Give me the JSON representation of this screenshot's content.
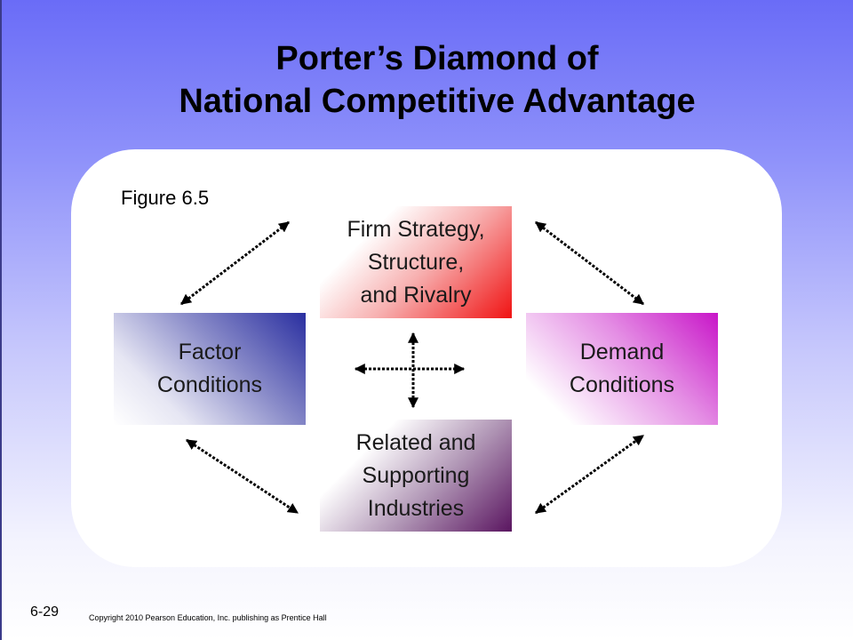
{
  "title": {
    "line1": "Porter’s Diamond of",
    "line2": "National Competitive Advantage"
  },
  "figure_label": "Figure 6.5",
  "boxes": {
    "firm": "Firm Strategy,\nStructure,\nand Rivalry",
    "factor": "Factor\nConditions",
    "demand": "Demand\nConditions",
    "related": "Related and\nSupporting\nIndustries"
  },
  "footer": {
    "slide_number": "6-29",
    "copyright": "Copyright  2010 Pearson Education, Inc. publishing as Prentice Hall"
  },
  "colors": {
    "firm_accent": "#f01212",
    "factor_accent": "#2a2fa0",
    "demand_accent": "#c816c8",
    "related_accent": "#5a1560",
    "background_top": "#6a6cf7"
  }
}
